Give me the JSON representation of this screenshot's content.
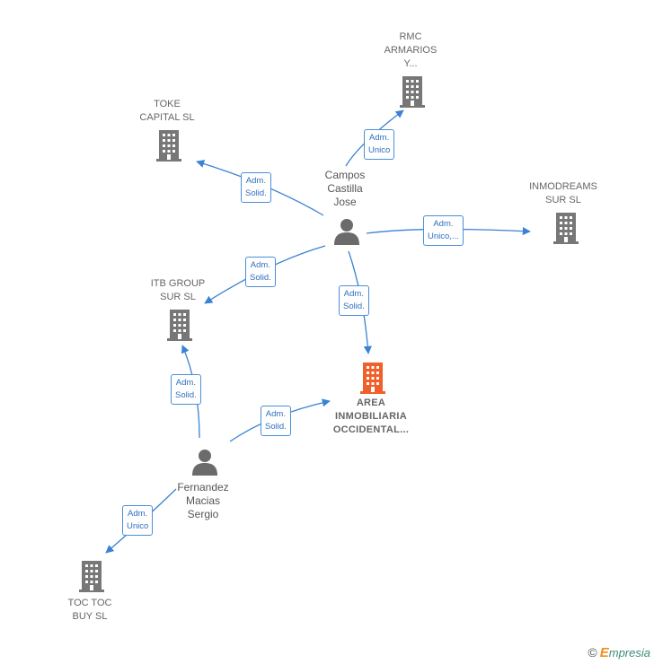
{
  "nodes": {
    "rmc": {
      "lines": [
        "RMC",
        "ARMARIOS",
        "Y..."
      ]
    },
    "toke": {
      "lines": [
        "TOKE",
        "CAPITAL  SL"
      ]
    },
    "inmodreams": {
      "lines": [
        "INMODREAMS",
        "SUR  SL"
      ]
    },
    "itb": {
      "lines": [
        "ITB GROUP",
        "SUR  SL"
      ]
    },
    "area": {
      "lines": [
        "AREA",
        "INMOBILIARIA",
        "OCCIDENTAL..."
      ]
    },
    "toctoc": {
      "lines": [
        "TOC TOC",
        "BUY  SL"
      ]
    },
    "campos": {
      "lines": [
        "Campos",
        "Castilla",
        "Jose"
      ]
    },
    "fernandez": {
      "lines": [
        "Fernandez",
        "Macias",
        "Sergio"
      ]
    }
  },
  "edges": {
    "campos_rmc": {
      "lines": [
        "Adm.",
        "Unico"
      ]
    },
    "campos_toke": {
      "lines": [
        "Adm.",
        "Solid."
      ]
    },
    "campos_inmodreams": {
      "lines": [
        "Adm.",
        "Unico,..."
      ]
    },
    "campos_itb": {
      "lines": [
        "Adm.",
        "Solid."
      ]
    },
    "campos_area": {
      "lines": [
        "Adm.",
        "Solid."
      ]
    },
    "fernandez_itb": {
      "lines": [
        "Adm.",
        "Solid."
      ]
    },
    "fernandez_area": {
      "lines": [
        "Adm.",
        "Solid."
      ]
    },
    "fernandez_toctoc": {
      "lines": [
        "Adm.",
        "Unico"
      ]
    }
  },
  "colors": {
    "company": "#777777",
    "focus": "#f0602a",
    "person": "#6b6b6b",
    "edge": "#3b82d4"
  },
  "footer": {
    "copyright": "©",
    "brand_initial": "E",
    "brand_rest": "mpresia"
  }
}
